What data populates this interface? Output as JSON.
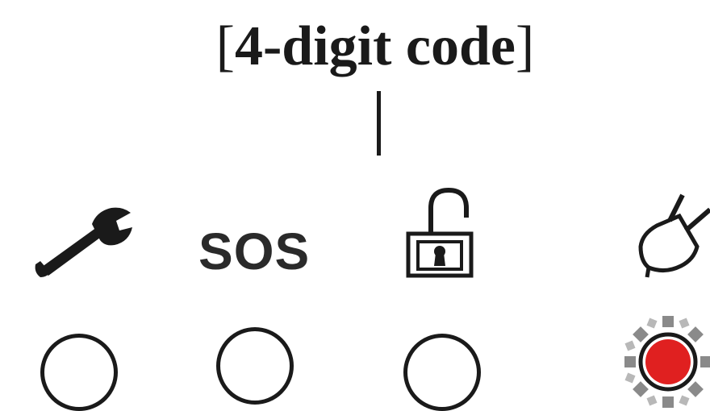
{
  "title": {
    "open_bracket": "[",
    "code_label": "4-digit code",
    "close_bracket": "]"
  },
  "icons": [
    {
      "name": "wrench-icon",
      "label": ""
    },
    {
      "name": "sos-icon",
      "label": "SOS"
    },
    {
      "name": "unlocked-padlock-icon",
      "label": ""
    },
    {
      "name": "power-plug-icon",
      "label": ""
    }
  ],
  "indicators": [
    {
      "name": "service-indicator-light",
      "state": "off"
    },
    {
      "name": "sos-indicator-light",
      "state": "off"
    },
    {
      "name": "unlock-indicator-light",
      "state": "off"
    },
    {
      "name": "power-indicator-light",
      "state": "on",
      "color": "#e02020"
    }
  ],
  "colors": {
    "ink": "#1a1a1a",
    "led_on": "#e02020",
    "led_glow": "#8a8a8a"
  }
}
